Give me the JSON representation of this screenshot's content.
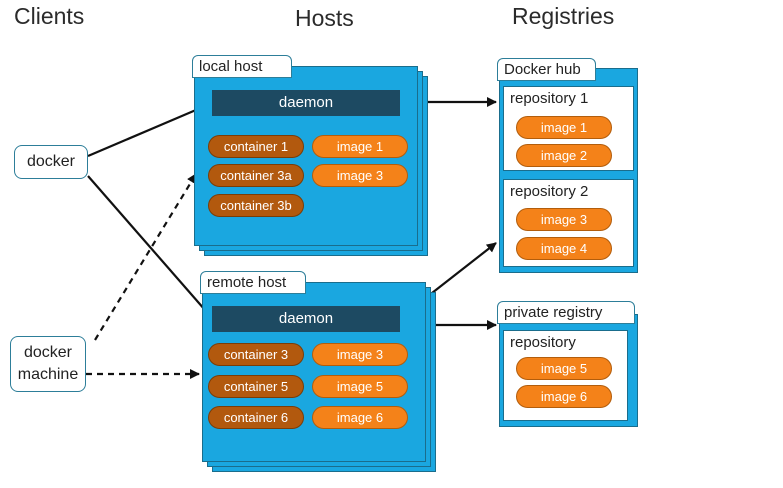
{
  "headers": {
    "clients": "Clients",
    "hosts": "Hosts",
    "registries": "Registries"
  },
  "clients": {
    "docker": "docker",
    "docker_machine_line1": "docker",
    "docker_machine_line2": "machine"
  },
  "local_host": {
    "title": "local host",
    "daemon": "daemon",
    "containers": [
      "container 1",
      "container 3a",
      "container 3b"
    ],
    "images": [
      "image 1",
      "image 3"
    ]
  },
  "remote_host": {
    "title": "remote host",
    "daemon": "daemon",
    "containers": [
      "container 3",
      "container 5",
      "container 6"
    ],
    "images": [
      "image 3",
      "image 5",
      "image 6"
    ]
  },
  "docker_hub": {
    "title": "Docker hub",
    "repositories": [
      {
        "label": "repository 1",
        "images": [
          "image 1",
          "image 2"
        ]
      },
      {
        "label": "repository 2",
        "images": [
          "image 3",
          "image 4"
        ]
      }
    ]
  },
  "private_registry": {
    "title": "private registry",
    "repository": {
      "label": "repository",
      "images": [
        "image 5",
        "image 6"
      ]
    }
  },
  "colors": {
    "host_fill": "#1aa7e0",
    "daemon_fill": "#1d4a62",
    "container_fill": "#b2590e",
    "image_fill": "#f48219"
  }
}
